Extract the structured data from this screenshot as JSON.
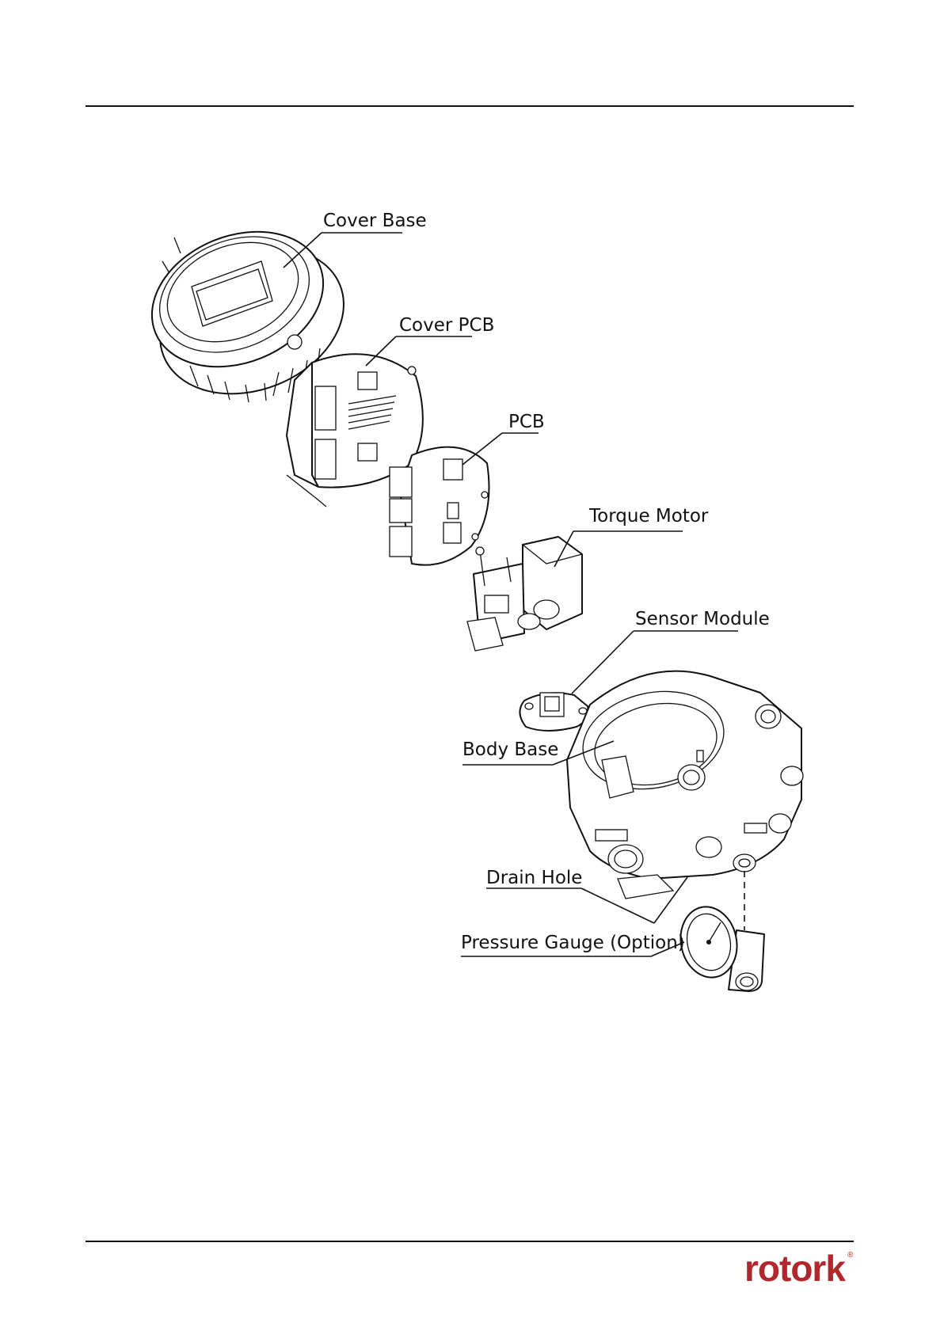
{
  "labels": {
    "cover_base": "Cover Base",
    "cover_pcb": "Cover PCB",
    "pcb": "PCB",
    "torque_motor": "Torque Motor",
    "sensor_module": "Sensor Module",
    "body_base": "Body Base",
    "drain_hole": "Drain Hole",
    "pressure_gauge": "Pressure Gauge (Option)"
  },
  "brand": {
    "name": "rotork",
    "registered_mark": "®",
    "color": "#b0282d"
  },
  "colors": {
    "line": "#111111",
    "background": "#ffffff"
  }
}
